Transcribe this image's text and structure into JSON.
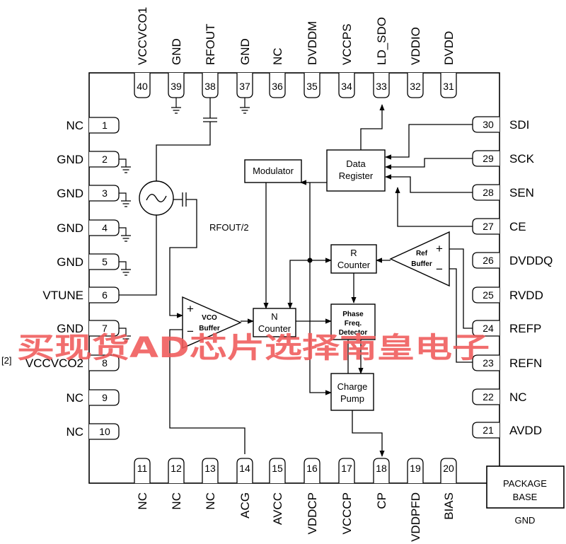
{
  "pins_top": [
    {
      "num": "40",
      "name": "VCCVCO1"
    },
    {
      "num": "39",
      "name": "GND"
    },
    {
      "num": "38",
      "name": "RFOUT"
    },
    {
      "num": "37",
      "name": "GND"
    },
    {
      "num": "36",
      "name": "NC"
    },
    {
      "num": "35",
      "name": "DVDDM"
    },
    {
      "num": "34",
      "name": "VCCPS"
    },
    {
      "num": "33",
      "name": "LD_SDO"
    },
    {
      "num": "32",
      "name": "VDDIO"
    },
    {
      "num": "31",
      "name": "DVDD"
    }
  ],
  "pins_left": [
    {
      "num": "1",
      "name": "NC"
    },
    {
      "num": "2",
      "name": "GND"
    },
    {
      "num": "3",
      "name": "GND"
    },
    {
      "num": "4",
      "name": "GND"
    },
    {
      "num": "5",
      "name": "GND"
    },
    {
      "num": "6",
      "name": "VTUNE"
    },
    {
      "num": "7",
      "name": "GND"
    },
    {
      "num": "8",
      "name": "VCCVCO2"
    },
    {
      "num": "9",
      "name": "NC"
    },
    {
      "num": "10",
      "name": "NC"
    }
  ],
  "pins_right": [
    {
      "num": "30",
      "name": "SDI"
    },
    {
      "num": "29",
      "name": "SCK"
    },
    {
      "num": "28",
      "name": "SEN"
    },
    {
      "num": "27",
      "name": "CE"
    },
    {
      "num": "26",
      "name": "DVDDQ"
    },
    {
      "num": "25",
      "name": "RVDD"
    },
    {
      "num": "24",
      "name": "REFP"
    },
    {
      "num": "23",
      "name": "REFN"
    },
    {
      "num": "22",
      "name": "NC"
    },
    {
      "num": "21",
      "name": "AVDD"
    }
  ],
  "pins_bottom": [
    {
      "num": "11",
      "name": "NC"
    },
    {
      "num": "12",
      "name": "NC"
    },
    {
      "num": "13",
      "name": "NC"
    },
    {
      "num": "14",
      "name": "ACG"
    },
    {
      "num": "15",
      "name": "AVCC"
    },
    {
      "num": "16",
      "name": "VDDCP"
    },
    {
      "num": "17",
      "name": "VCCCP"
    },
    {
      "num": "18",
      "name": "CP"
    },
    {
      "num": "19",
      "name": "VDDPFD"
    },
    {
      "num": "20",
      "name": "BIAS"
    }
  ],
  "note": "[2]",
  "blocks": {
    "modulator": "Modulator",
    "data_register": [
      "Data",
      "Register"
    ],
    "r_counter": [
      "R",
      "Counter"
    ],
    "ref_buffer": [
      "Ref",
      "Buffer"
    ],
    "vco_buffer": [
      "VCO",
      "Buffer"
    ],
    "n_counter": [
      "N",
      "Counter"
    ],
    "pfd": [
      "Phase",
      "Freq.",
      "Detector"
    ],
    "charge_pump": [
      "Charge",
      "Pump"
    ],
    "rfout_half": "RFOUT/2",
    "package_base": [
      "PACKAGE",
      "BASE"
    ],
    "package_gnd": "GND"
  },
  "symbols": {
    "plus": "+",
    "minus": "−"
  },
  "watermark": "买现货AD芯片选择南皇电子",
  "watermark_color": "#f05a5a"
}
